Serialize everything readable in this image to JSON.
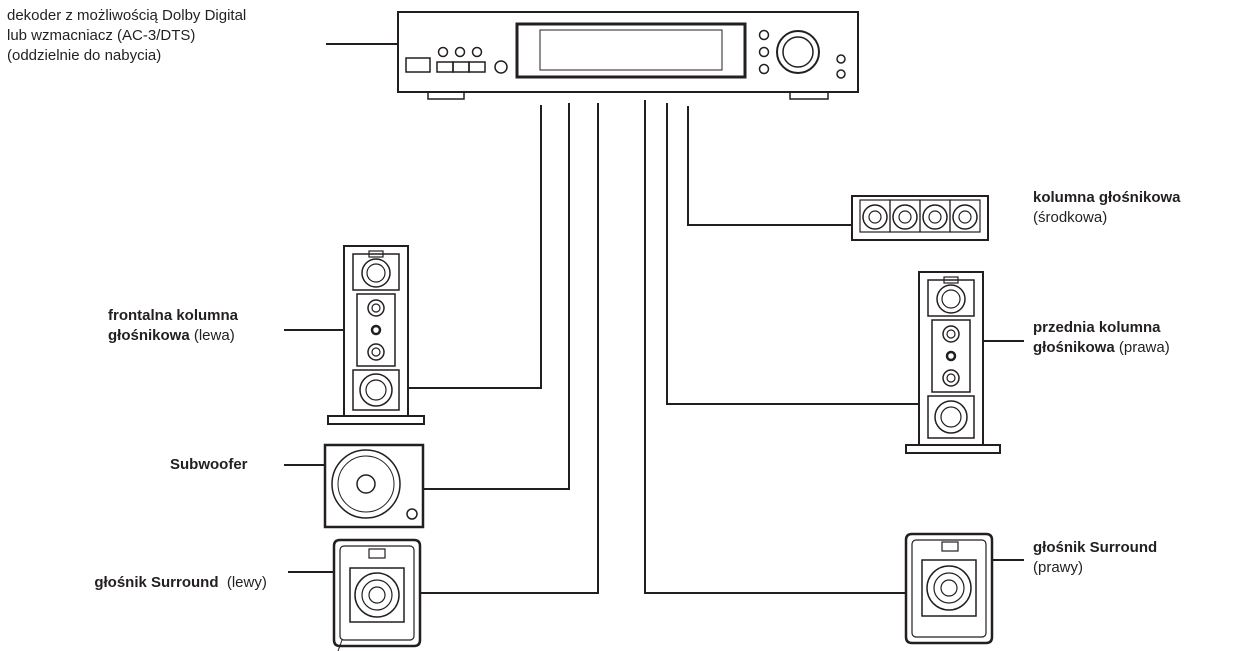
{
  "labels": {
    "decoder": {
      "line1": "dekoder z możliwością Dolby Digital",
      "line2": "lub wzmacniacz (AC-3/DTS)",
      "line3": "(oddzielnie do nabycia)"
    },
    "front_left": {
      "bold1": "frontalna kolumna",
      "bold2": "głośnikowa",
      "normal2": " (lewa)"
    },
    "subwoofer": {
      "bold": "Subwoofer"
    },
    "surround_left": {
      "bold": "głośnik Surround",
      "normal": "  (lewy)"
    },
    "center": {
      "bold": "kolumna głośnikowa",
      "normal": "(środkowa)"
    },
    "front_right": {
      "bold1": "przednia kolumna",
      "bold2": "głośnikowa",
      "normal2": " (prawa)"
    },
    "surround_right": {
      "bold": "głośnik Surround",
      "normal": "(prawy)"
    }
  },
  "colors": {
    "stroke": "#231f20",
    "background": "#ffffff"
  }
}
